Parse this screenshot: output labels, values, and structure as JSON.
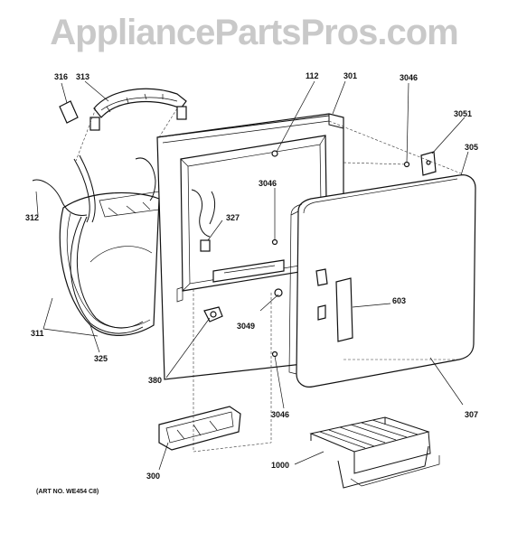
{
  "watermark": "AppliancePartsPros.com",
  "art_number": "(ART NO. WE454 C8)",
  "callouts": {
    "c316": "316",
    "c313": "313",
    "c112": "112",
    "c301": "301",
    "c3046a": "3046",
    "c3051": "3051",
    "c305": "305",
    "c3046b": "3046",
    "c327": "327",
    "c312": "312",
    "c603": "603",
    "c311": "311",
    "c3049": "3049",
    "c325": "325",
    "c380": "380",
    "c3046c": "3046",
    "c307": "307",
    "c300": "300",
    "c1000": "1000"
  }
}
